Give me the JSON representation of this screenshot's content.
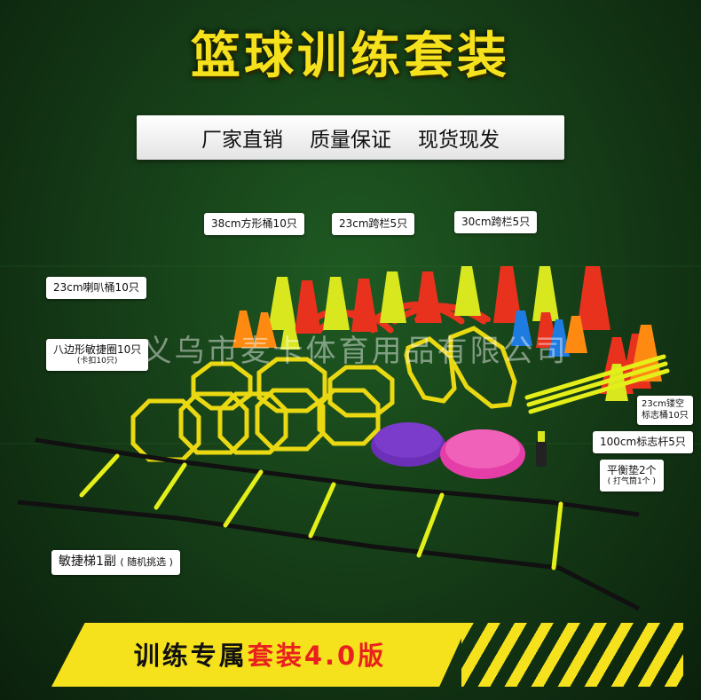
{
  "title": "篮球训练套装",
  "banner": {
    "left": "厂家直销",
    "middle": "质量保证",
    "right": "现货现发"
  },
  "labels": {
    "cone38": "38cm方形桶10只",
    "hurdle23": "23cm跨栏5只",
    "hurdle30": "30cm跨栏5只",
    "cone23_horn": "23cm喇叭桶10只",
    "rings_main": "八边形敏捷圈10只",
    "rings_sub": "卡扣10只",
    "hollow_cone_line1": "23cm镂空",
    "hollow_cone_line2": "标志桶10只",
    "pole": "100cm标志杆5只",
    "balance_main": "平衡垫2个",
    "balance_sub": "打气筒1个",
    "ladder_main": "敏捷梯1副",
    "ladder_sub": "随机挑选"
  },
  "watermark": "义乌市麦卡体育用品有限公司",
  "bottom": {
    "main": "训练专属",
    "highlight": "套装4.0版"
  },
  "colors": {
    "accent_yellow": "#f6e21c",
    "cone_red": "#e8321e",
    "cone_orange": "#ff8a12",
    "cone_blue": "#1e7be0",
    "pad_purple": "#6b2fb8",
    "pad_pink": "#e63ea8",
    "grass": "#1f5a22"
  }
}
